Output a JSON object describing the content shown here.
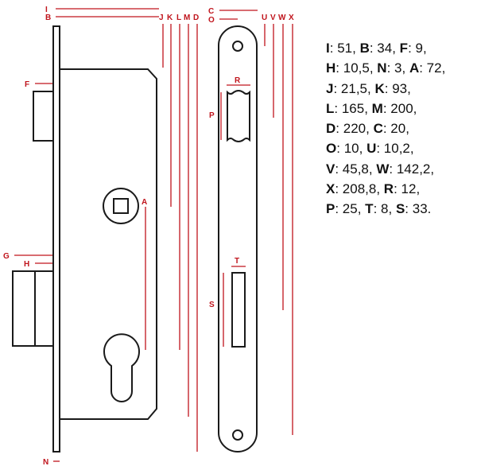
{
  "labels": {
    "I": "I",
    "B": "B",
    "J": "J",
    "K": "K",
    "L": "L",
    "M": "M",
    "D": "D",
    "C": "C",
    "O": "O",
    "U": "U",
    "V": "V",
    "W": "W",
    "X": "X",
    "F": "F",
    "R": "R",
    "P": "P",
    "A": "A",
    "G": "G",
    "H": "H",
    "T": "T",
    "S": "S",
    "N": "N"
  },
  "legend": [
    [
      {
        "k": "I",
        "v": "51"
      },
      {
        "k": "B",
        "v": "34"
      },
      {
        "k": "F",
        "v": "9"
      }
    ],
    [
      {
        "k": "H",
        "v": "10,5"
      },
      {
        "k": "N",
        "v": "3"
      },
      {
        "k": "A",
        "v": "72"
      }
    ],
    [
      {
        "k": "J",
        "v": "21,5"
      },
      {
        "k": "K",
        "v": "93"
      }
    ],
    [
      {
        "k": "L",
        "v": "165"
      },
      {
        "k": "M",
        "v": "200"
      }
    ],
    [
      {
        "k": "D",
        "v": "220"
      },
      {
        "k": "C",
        "v": "20"
      }
    ],
    [
      {
        "k": "O",
        "v": "10"
      },
      {
        "k": "U",
        "v": "10,2"
      }
    ],
    [
      {
        "k": "V",
        "v": "45,8"
      },
      {
        "k": "W",
        "v": "142,2"
      }
    ],
    [
      {
        "k": "X",
        "v": "208,8"
      },
      {
        "k": "R",
        "v": "12"
      }
    ],
    [
      {
        "k": "P",
        "v": "25"
      },
      {
        "k": "T",
        "v": "8"
      },
      {
        "k": "S",
        "v": "33"
      }
    ]
  ],
  "colors": {
    "dimension": "#c0141c",
    "outline": "#1a1a1a"
  }
}
